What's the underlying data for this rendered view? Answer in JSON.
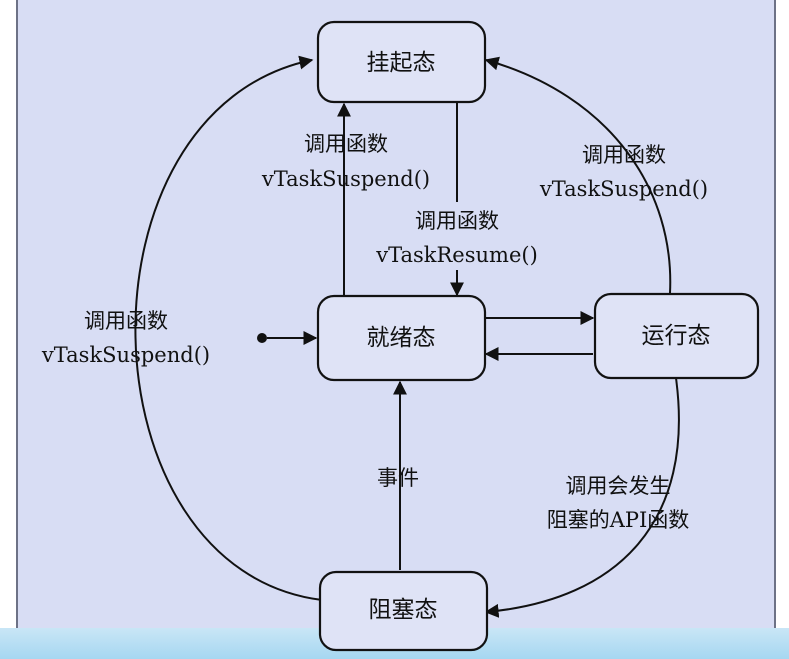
{
  "states": {
    "suspended": "挂起态",
    "ready": "就绪态",
    "running": "运行态",
    "blocked": "阻塞态"
  },
  "labels": {
    "ready_to_suspended": [
      "调用函数",
      "vTaskSuspend()"
    ],
    "suspended_to_ready": [
      "调用函数",
      "vTaskResume()"
    ],
    "running_to_suspended": [
      "调用函数",
      "vTaskSuspend()"
    ],
    "blocked_to_suspended": [
      "调用函数",
      "vTaskSuspend()"
    ],
    "blocked_to_ready": [
      "事件"
    ],
    "running_to_blocked": [
      "调用会发生",
      "阻塞的API函数"
    ]
  }
}
